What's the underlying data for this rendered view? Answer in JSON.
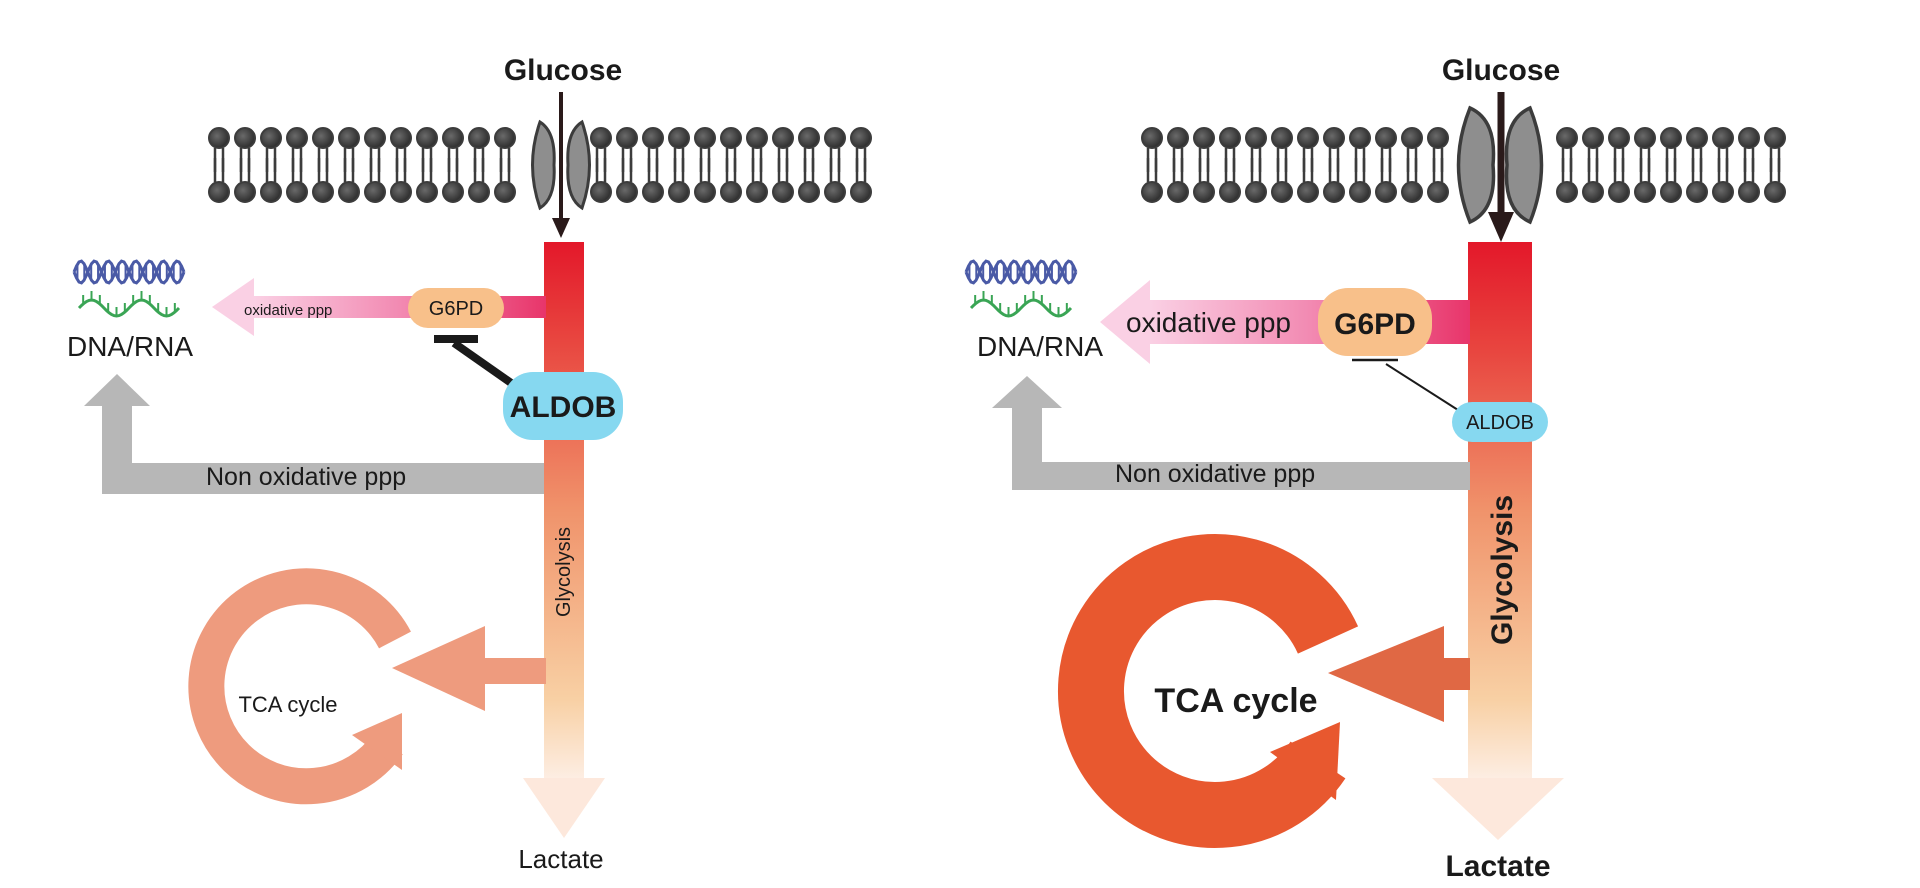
{
  "panels": [
    {
      "id": "left",
      "glucose": "Glucose",
      "dna_rna": "DNA/RNA",
      "oxidative_ppp": "oxidative ppp",
      "g6pd": "G6PD",
      "aldob": "ALDOB",
      "non_oxidative_ppp": "Non oxidative ppp",
      "glycolysis": "Glycolysis",
      "tca_cycle": "TCA cycle",
      "lactate": "Lactate"
    },
    {
      "id": "right",
      "glucose": "Glucose",
      "dna_rna": "DNA/RNA",
      "oxidative_ppp": "oxidative ppp",
      "g6pd": "G6PD",
      "aldob": "ALDOB",
      "non_oxidative_ppp": "Non oxidative ppp",
      "glycolysis": "Glycolysis",
      "tca_cycle": "TCA cycle",
      "lactate": "Lactate"
    }
  ],
  "colors": {
    "membrane": "#3c3c3c",
    "channel": "#8e8e8e",
    "glycolysis_top": "#e3182a",
    "glycolysis_bottom": "#fdebd6",
    "ppp_arrow_start": "#e8487a",
    "ppp_arrow_end": "#f9c8df",
    "g6pd_fill": "#f8c08a",
    "aldob_fill": "#86d8f0",
    "non_ox_arrow": "#b7b7b7",
    "tca_left": "#ee9b7e",
    "tca_right": "#e8582f",
    "dna_blue": "#4a5aa6",
    "dna_green": "#3aa555"
  },
  "icons": [
    "phospholipid-bilayer-icon",
    "glucose-transporter-icon",
    "dna-helix-icon",
    "tca-cycle-icon",
    "inhibition-bar-icon"
  ]
}
